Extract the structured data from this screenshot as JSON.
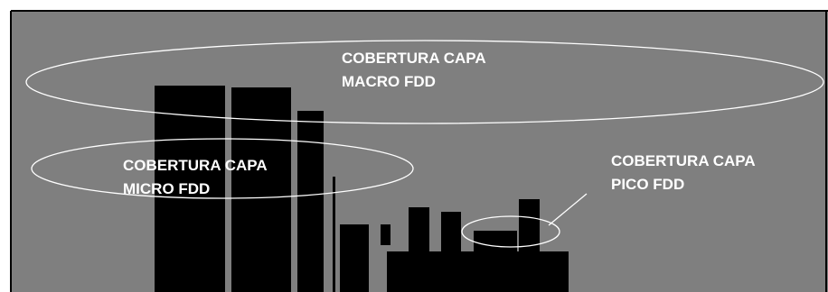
{
  "diagram": {
    "background_color": "#7f7f7f",
    "border_color": "#000000",
    "ellipse_stroke_color": "#ffffff",
    "building_color": "#000000",
    "macro": {
      "line1": "COBERTURA CAPA",
      "line2": "MACRO FDD"
    },
    "micro": {
      "line1": "COBERTURA CAPA",
      "line2": "MICRO FDD"
    },
    "pico": {
      "line1": "COBERTURA CAPA",
      "line2": "PICO FDD"
    }
  }
}
